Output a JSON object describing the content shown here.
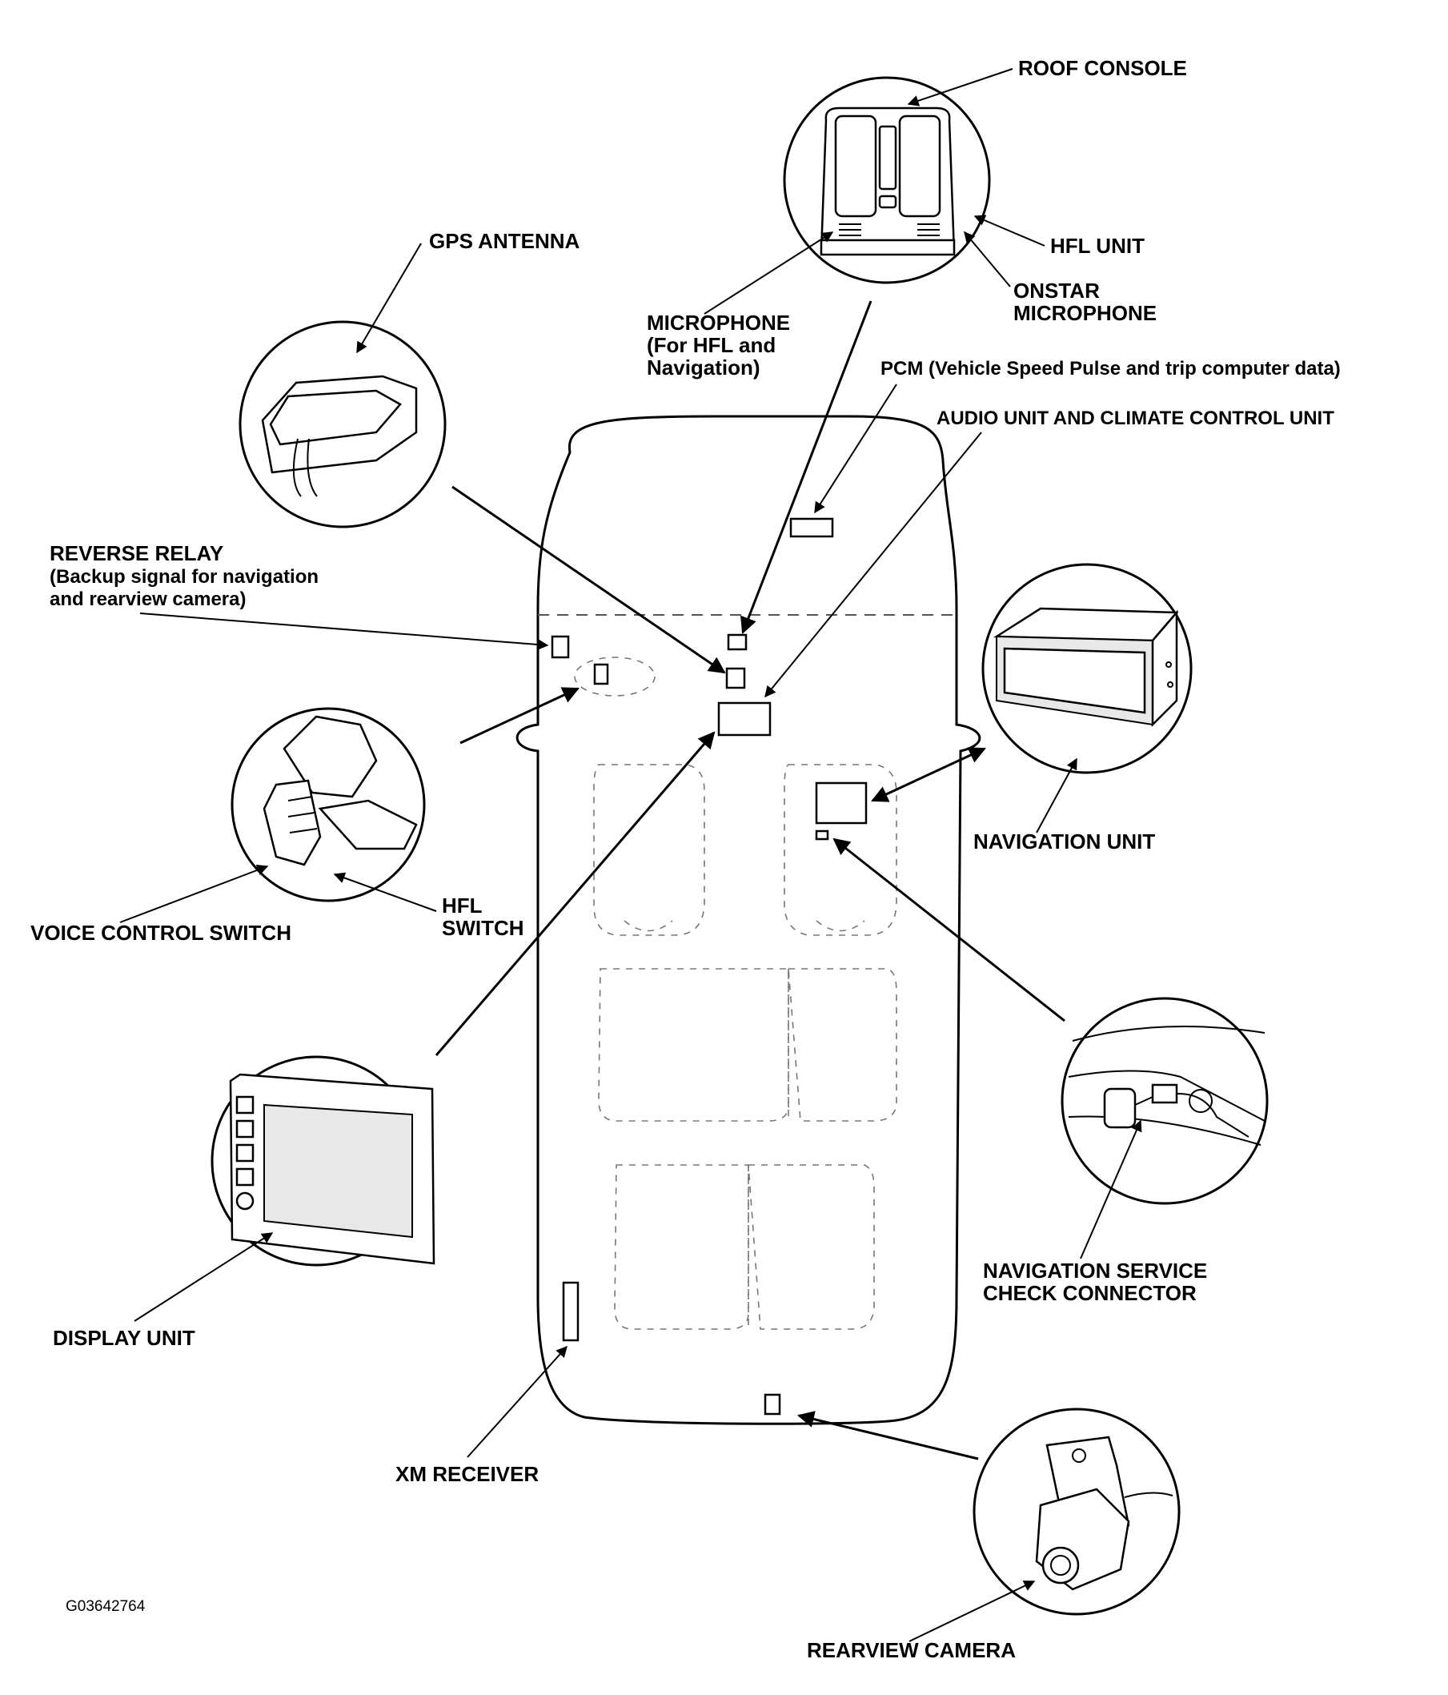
{
  "labels": {
    "roof_console": "ROOF CONSOLE",
    "hfl_unit": "HFL UNIT",
    "onstar_microphone_1": "ONSTAR",
    "onstar_microphone_2": "MICROPHONE",
    "gps_antenna": "GPS ANTENNA",
    "microphone_1": "MICROPHONE",
    "microphone_2": "(For HFL and",
    "microphone_3": "Navigation)",
    "pcm": "PCM (Vehicle Speed Pulse and trip computer data)",
    "audio_climate": "AUDIO UNIT AND CLIMATE CONTROL UNIT",
    "reverse_relay_1": "REVERSE RELAY",
    "reverse_relay_2": "(Backup signal for navigation",
    "reverse_relay_3": "and rearview camera)",
    "navigation_unit": "NAVIGATION UNIT",
    "voice_control_switch": "VOICE CONTROL SWITCH",
    "hfl_switch_1": "HFL",
    "hfl_switch_2": "SWITCH",
    "nav_service_1": "NAVIGATION SERVICE",
    "nav_service_2": "CHECK CONNECTOR",
    "display_unit": "DISPLAY UNIT",
    "xm_receiver": "XM RECEIVER",
    "rearview_camera": "REARVIEW CAMERA",
    "figure_code": "G03642764"
  },
  "colors": {
    "line": "#000000",
    "background": "#ffffff"
  }
}
